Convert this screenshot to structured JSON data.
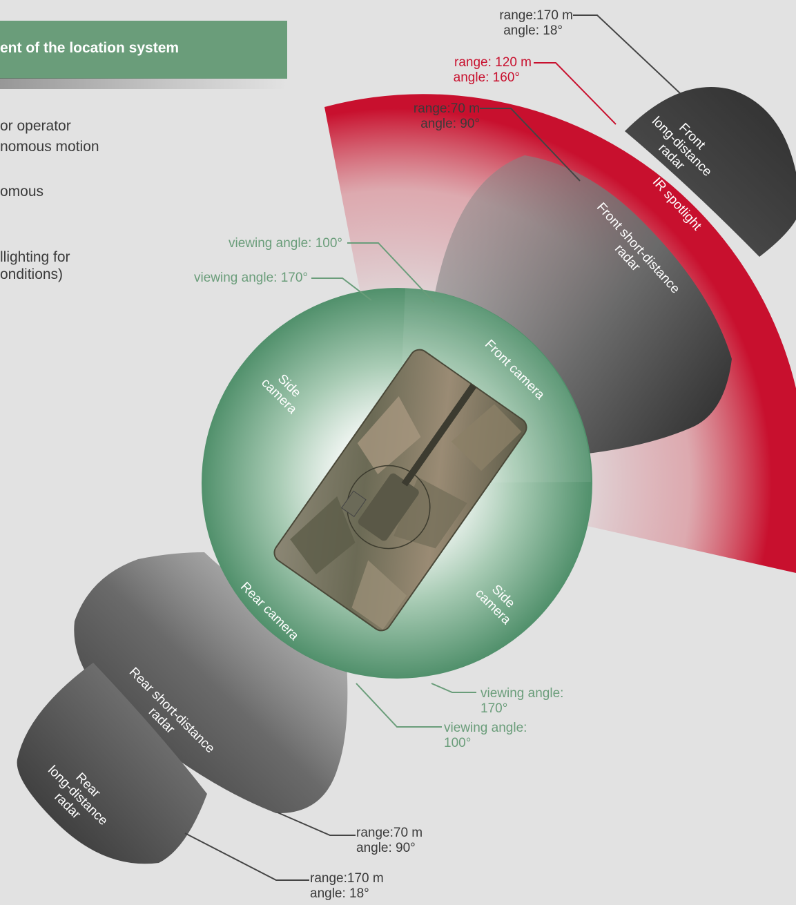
{
  "header": {
    "title": "ent of the location system"
  },
  "description": [
    "or operator",
    "nomous motion",
    "omous",
    "llighting for",
    "onditions)"
  ],
  "zones": {
    "front_long_radar": "Front\nlong-distance\nradar",
    "ir_spotlight": "IR spotlight",
    "front_short_radar": "Front short-distance\nradar",
    "front_camera": "Front camera",
    "side_camera_left": "Side\ncamera",
    "side_camera_right": "Side\ncamera",
    "rear_camera": "Rear camera",
    "rear_short_radar": "Rear short-distance\nradar",
    "rear_long_radar": "Rear\nlong-distance\nradar"
  },
  "callouts": {
    "front_long": {
      "range": "range:170 m",
      "angle": "angle: 18°"
    },
    "ir": {
      "range": "range: 120 m",
      "angle": "angle: 160°"
    },
    "front_short": {
      "range": "range:70 m",
      "angle": "angle: 90°"
    },
    "cam_front_view": "viewing angle: 100°",
    "cam_side_view": "viewing angle: 170°",
    "cam_rear_side_view": [
      "viewing angle:",
      "170°"
    ],
    "cam_rear_view": [
      "viewing angle:",
      "100°"
    ],
    "rear_short": {
      "range": "range:70 m",
      "angle": "angle: 90°"
    },
    "rear_long": {
      "range": "range:170 m",
      "angle": "angle: 18°"
    }
  },
  "colors": {
    "background": "#e2e2e2",
    "header": "#6a9d7a",
    "ir_red": "#c8102e",
    "camera_green": "#4f8f6a",
    "radar_dark": "#3a3a3a"
  },
  "vehicle": {
    "icon": "armored-vehicle-icon"
  }
}
